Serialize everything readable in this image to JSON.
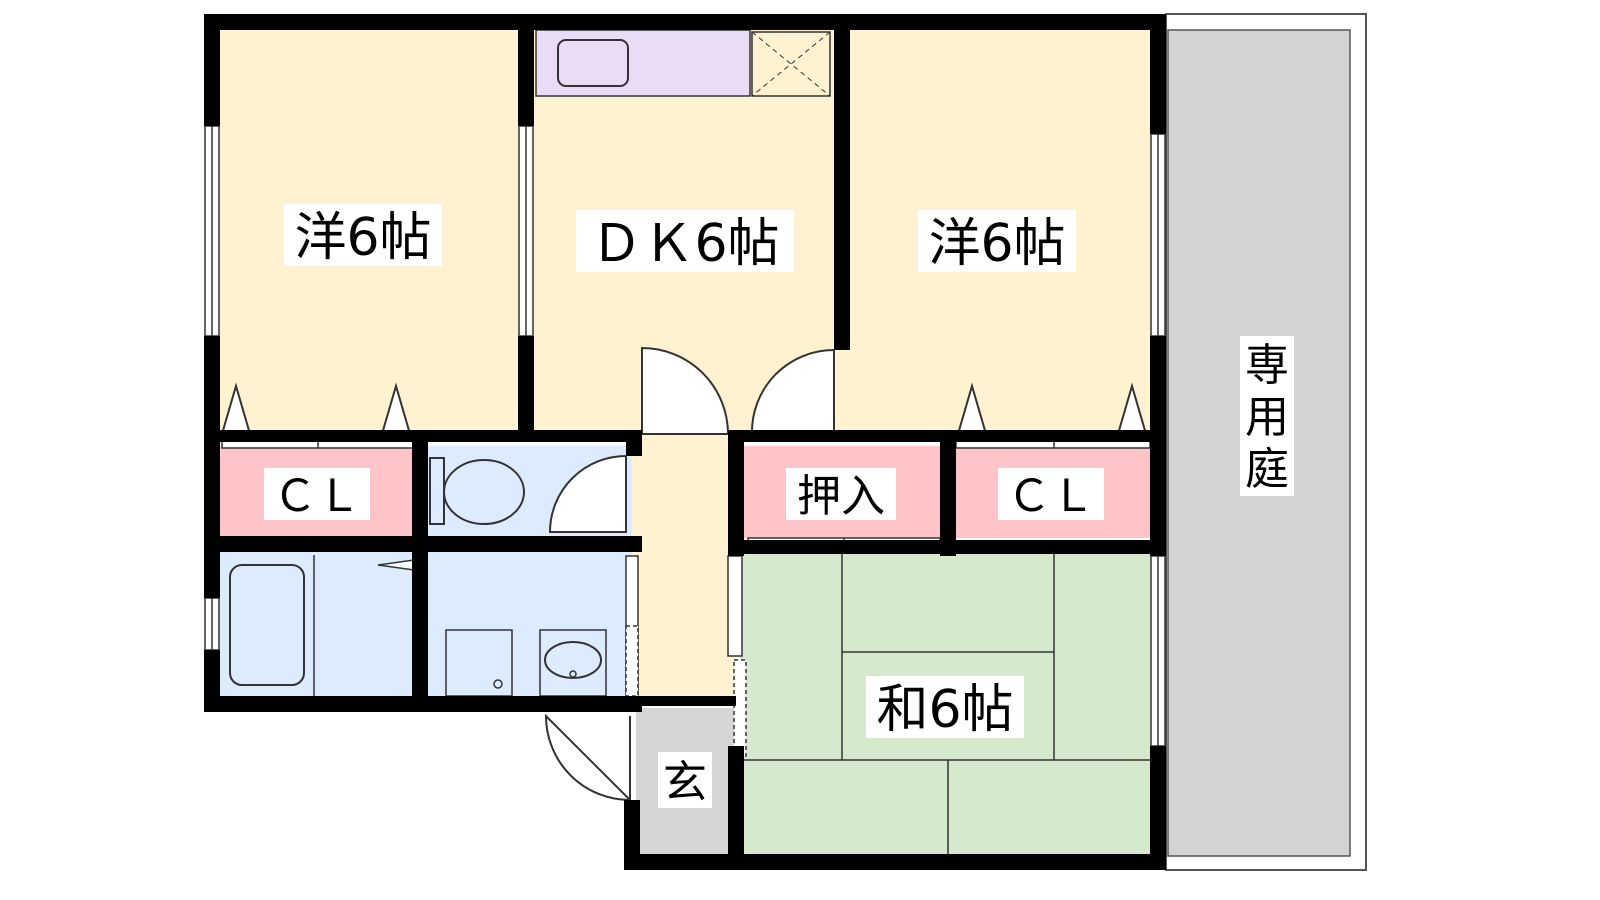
{
  "floor_plan": {
    "rooms": {
      "western_room_left": "洋6帖",
      "dining_kitchen": "ＤＫ6帖",
      "western_room_right": "洋6帖",
      "closet_left": "ＣＬ",
      "oshiire": "押入",
      "closet_right": "ＣＬ",
      "japanese_room": "和6帖",
      "entrance": "玄"
    },
    "garden_chars": [
      "専",
      "用",
      "庭"
    ]
  },
  "colors": {
    "wall": "#000000",
    "western_floor": "#fff2d0",
    "closet": "#ffc4c8",
    "wet_area": "#dcebfd",
    "kitchen_counter": "#eadcf6",
    "tatami": "#d5eacc",
    "entrance_floor": "#d6d6d6",
    "garden": "#d3d3d3"
  }
}
